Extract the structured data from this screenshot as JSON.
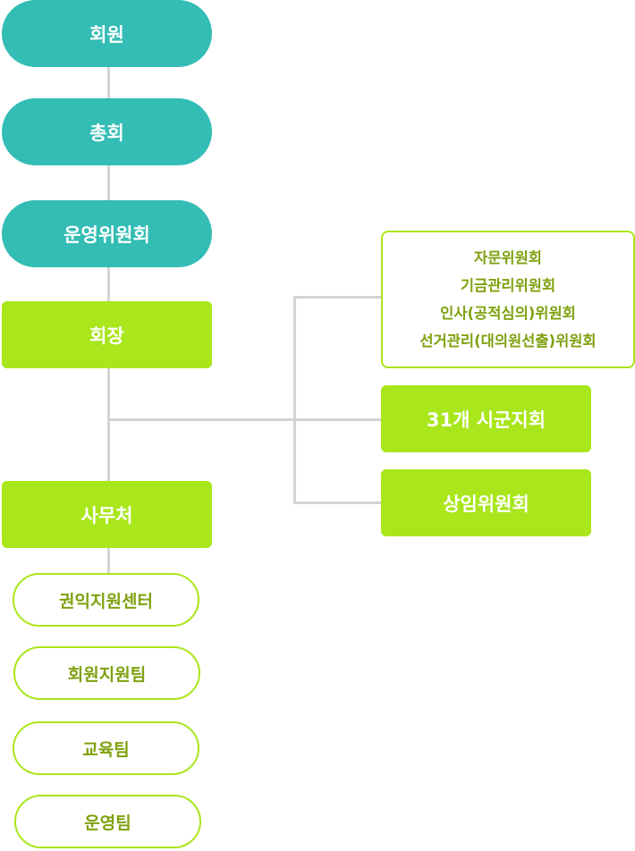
{
  "chain": {
    "members": "회원",
    "general_assembly": "총회",
    "steering_committee": "운영위원회",
    "president": "회장",
    "secretariat": "사무처"
  },
  "committees": [
    "자문위원회",
    "기금관리위원회",
    "인사(공적심의)위원회",
    "선거관리(대의원선출)위원회"
  ],
  "branches": "31개 시군지회",
  "standing_committee": "상임위원회",
  "teams": [
    "권익지원센터",
    "회원지원팀",
    "교육팀",
    "운영팀"
  ],
  "colors": {
    "teal": "#33bdb4",
    "lime": "#a9e61b",
    "outline_text": "#7fa10f",
    "connector": "#d4d4d4"
  }
}
